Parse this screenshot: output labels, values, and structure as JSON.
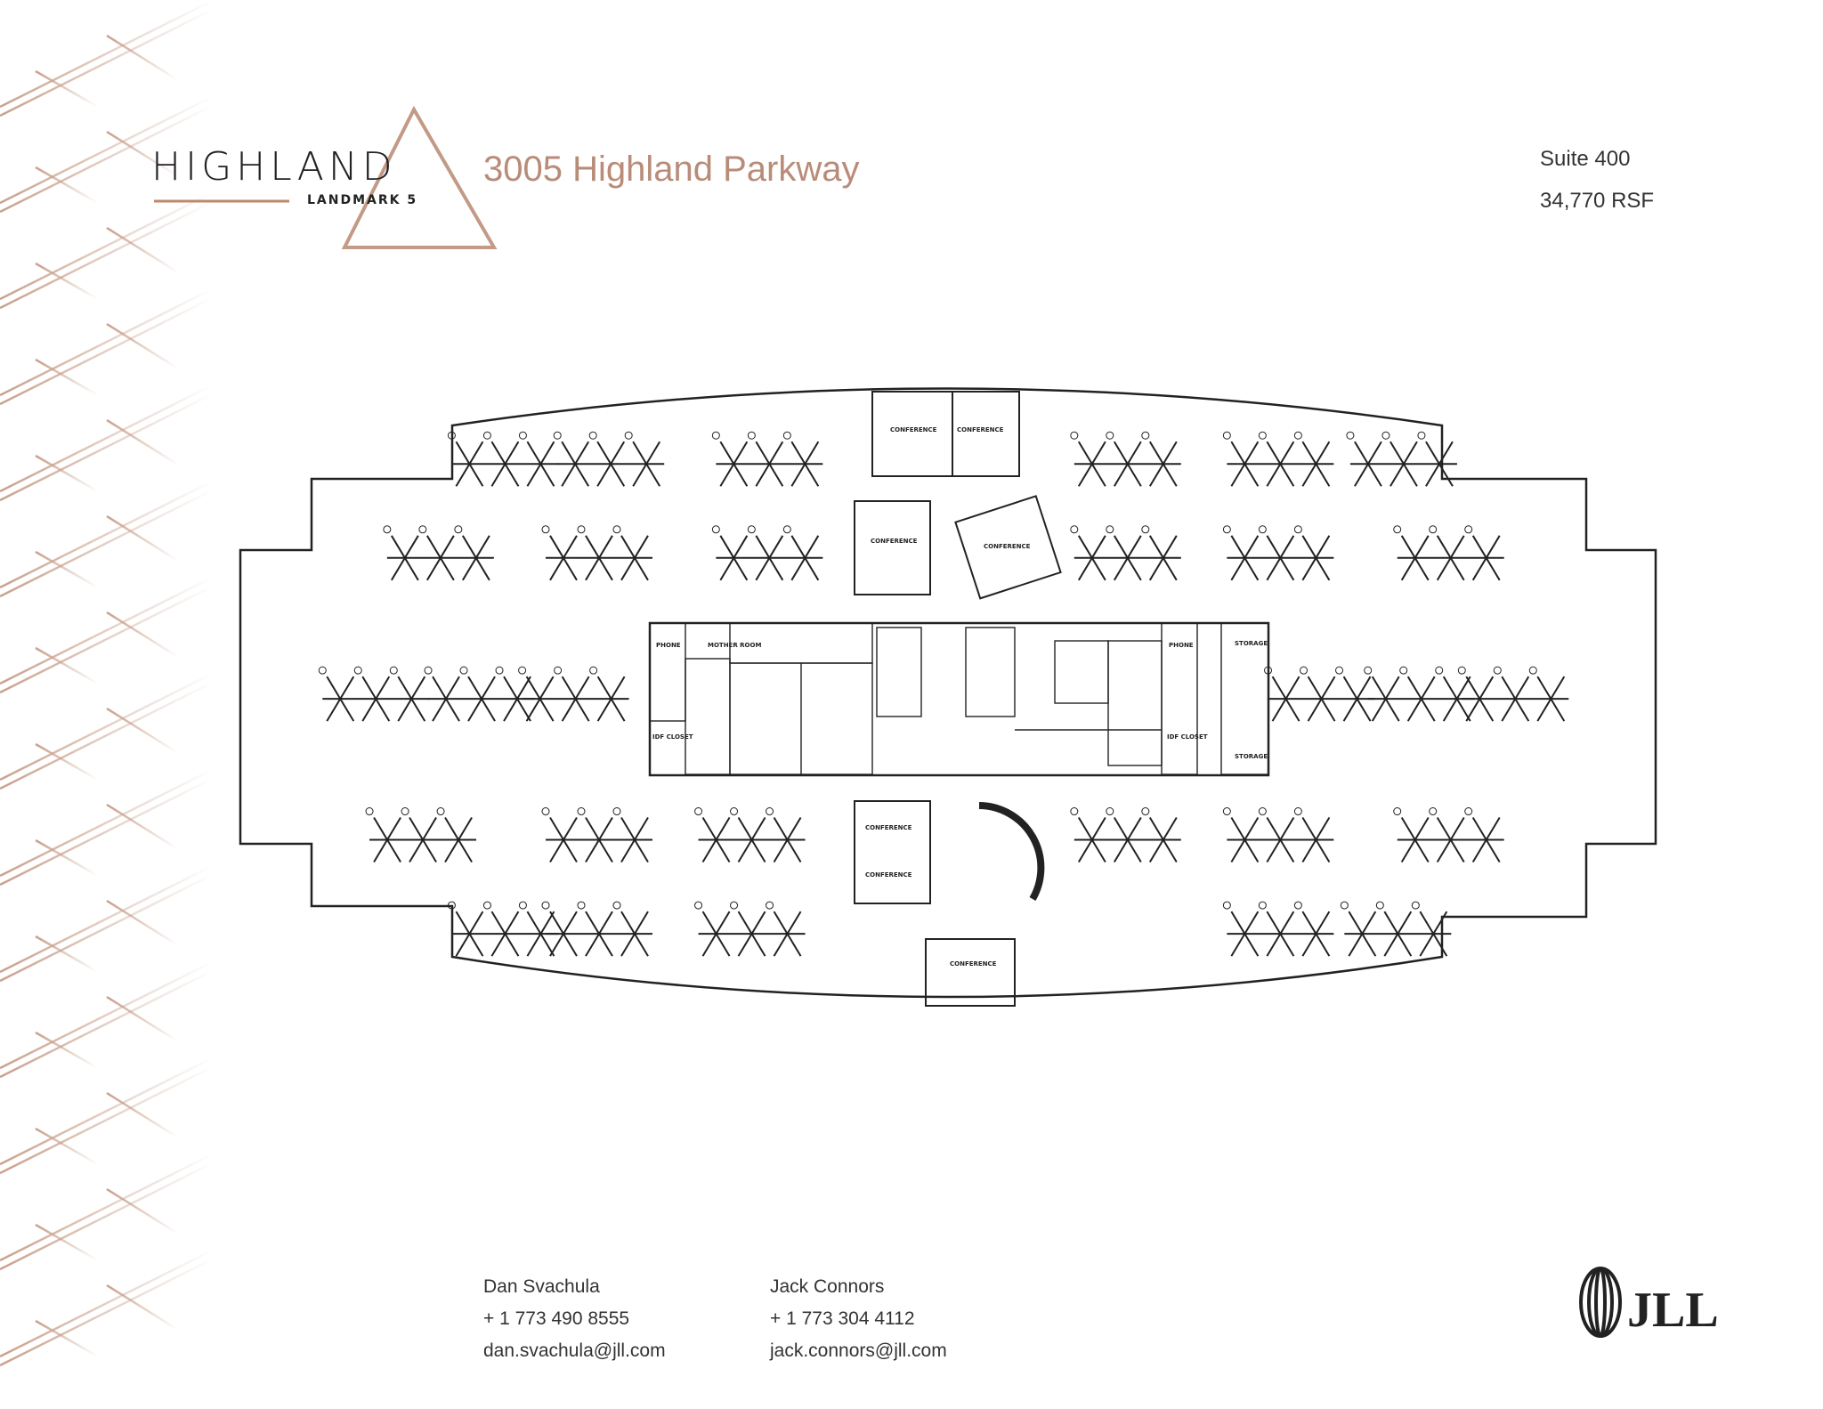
{
  "header": {
    "brand": "HIGHLAND",
    "brand_sub": "LANDMARK 5",
    "address": "3005 Highland Parkway",
    "suite": "Suite 400",
    "area": "34,770 RSF"
  },
  "floorplan": {
    "labels": {
      "phone_left": "PHONE",
      "mother_room": "MOTHER ROOM",
      "idf_left": "IDF CLOSET",
      "phone_right": "PHONE",
      "idf_right": "IDF CLOSET",
      "storage_top": "STORAGE",
      "storage_bottom": "STORAGE",
      "conference_1": "CONFERENCE",
      "conference_2": "CONFERENCE",
      "conference_3": "CONFERENCE",
      "conference_4": "CONFERENCE",
      "conference_5": "CONFERENCE",
      "conference_6": "CONFERENCE",
      "conference_7": "CONFERENCE"
    }
  },
  "contacts": [
    {
      "name": "Dan Svachula",
      "phone": "+ 1 773 490 8555",
      "email": "dan.svachula@jll.com"
    },
    {
      "name": "Jack Connors",
      "phone": "+ 1 773 304 4112",
      "email": "jack.connors@jll.com"
    }
  ],
  "footer": {
    "logo_text": "JLL"
  },
  "colors": {
    "accent": "#b88c78",
    "text": "#333333",
    "line": "#222222"
  }
}
